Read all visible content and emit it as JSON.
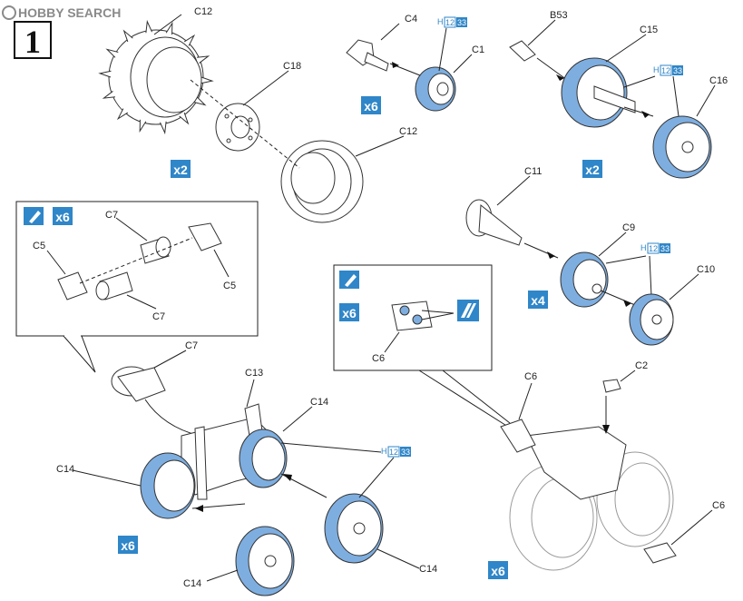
{
  "header": {
    "brand": "HOBBY SEARCH",
    "step": "1"
  },
  "paint": {
    "h_code": "H",
    "num_a": "12",
    "num_b": "33",
    "tire_color": "#7eaee0",
    "badge_color": "#2f86c8"
  },
  "labels": {
    "c12_top": "C12",
    "c18": "C18",
    "c12_mid": "C12",
    "x2_sprocket": "x2",
    "c4": "C4",
    "c1": "C1",
    "x6_top": "x6",
    "b53": "B53",
    "c15": "C15",
    "c16": "C16",
    "x2_right": "x2",
    "c11": "C11",
    "c9": "C9",
    "c10": "C10",
    "x4": "x4",
    "inset_x6": "x6",
    "c7_a": "C7",
    "c5_left": "C5",
    "c5_right": "C5",
    "c7_b": "C7",
    "inset2_x6": "x6",
    "c6_inset": "C6",
    "c7_main": "C7",
    "c13": "C13",
    "c14_a": "C14",
    "c14_left": "C14",
    "c14_bottom": "C14",
    "c14_right": "C14",
    "x6_bottom": "x6",
    "c6_top": "C6",
    "c2": "C2",
    "c6_bottom": "C6",
    "x6_br": "x6"
  }
}
